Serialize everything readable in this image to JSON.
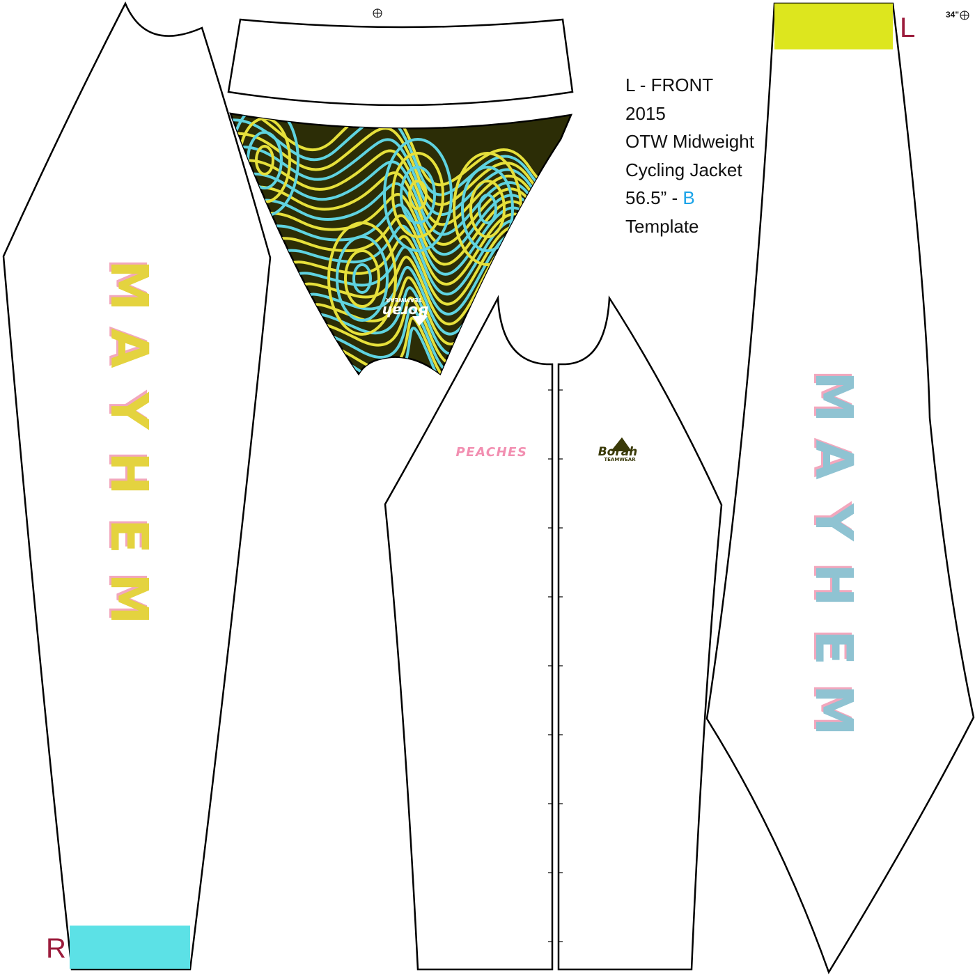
{
  "info_block": {
    "line1": "L - FRONT",
    "line2": "2015",
    "line3": "OTW Midweight",
    "line4": "Cycling Jacket",
    "line5_size": "56.5” - ",
    "line5_grade": "B",
    "line6": "Template"
  },
  "left_sleeve": {
    "text": "MAYHEM",
    "side_tag": "R",
    "cuff_color": "#5ce1e6",
    "text_color": "#e4d33f",
    "shadow_color": "#f2a7bd"
  },
  "right_sleeve": {
    "text": "MAYHEM",
    "side_tag": "L",
    "cuff_color": "#dde61e",
    "text_color": "#8fc3d2",
    "shadow_color": "#f2a7bd"
  },
  "front_panel": {
    "team_name": "PEACHES",
    "team_name_color": "#f28fb1",
    "logo_text": "Borah",
    "logo_subtext": "TEAMWEAR"
  },
  "collar_panel": {
    "pattern": "topographic",
    "bg_color": "#2c2d06",
    "line_colors": [
      "#e6e03b",
      "#5fd3e0"
    ],
    "logo_text": "Borah",
    "logo_subtext": "TEAMWEAR"
  },
  "seam_label": "34\"",
  "icons": [
    "registration-mark-icon",
    "registration-mark-icon"
  ]
}
